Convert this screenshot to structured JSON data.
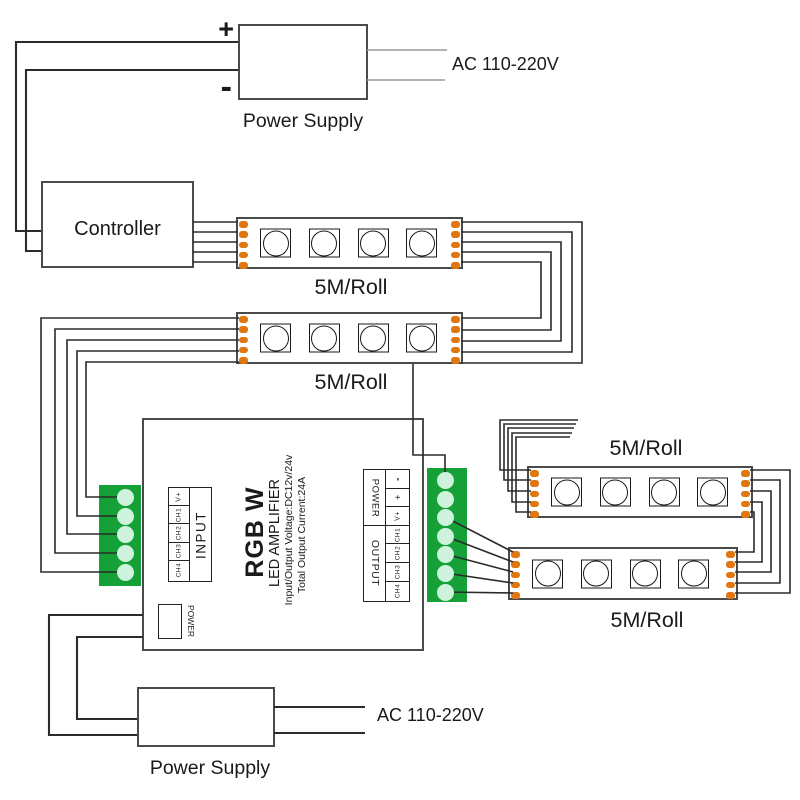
{
  "diagram": {
    "top_power_supply": {
      "plus": "+",
      "minus": "-",
      "label": "Power Supply",
      "ac": "AC 110-220V"
    },
    "controller": {
      "label": "Controller"
    },
    "strip1": {
      "label": "5M/Roll"
    },
    "strip2": {
      "label": "5M/Roll"
    },
    "strip3": {
      "label": "5M/Roll"
    },
    "strip4": {
      "label": "5M/Roll"
    },
    "amplifier": {
      "title": "RGB W",
      "subtitle": "LED AMPLIFIER",
      "spec_voltage": "Input/Output Voltage:DC12v/24v",
      "spec_current": "Total Output Current:24A",
      "input_label": "INPUT",
      "output_label": "OUTPUT",
      "power_label": "POWER",
      "power_port_label": "POWER",
      "input_pins": [
        "V+",
        "CH1",
        "CH2",
        "CH3",
        "CH4"
      ],
      "output_pins": [
        "-",
        "+",
        "V+",
        "CH1",
        "CH2",
        "CH3",
        "CH4"
      ]
    },
    "bottom_power_supply": {
      "label": "Power Supply",
      "ac": "AC 110-220V"
    }
  },
  "colors": {
    "wire": "#2b2b2b",
    "box_border": "#4a4a4a",
    "pad_orange": "#e0760f",
    "connector_green": "#16a038",
    "terminal_circle": "#cdf3dc"
  }
}
